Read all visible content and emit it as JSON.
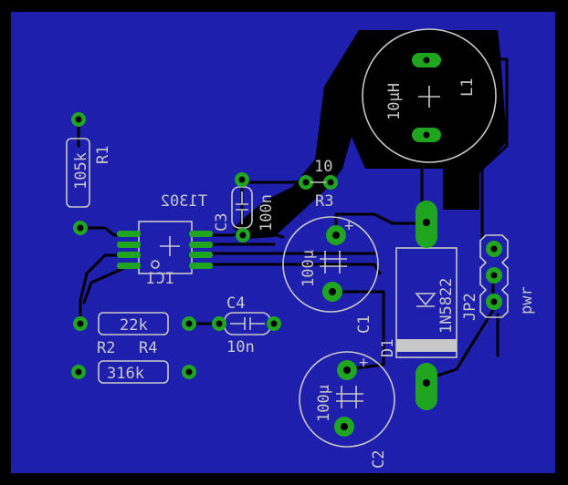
{
  "colors": {
    "board": "#1f1fad",
    "background": "#000000",
    "silkscreen": "#c8c8c8",
    "pad": "#1fa51f",
    "trace": "#000000"
  },
  "labels": {
    "r1_name": "R1",
    "r1_value": "105k",
    "ic1_value": "T1302",
    "ic1_name": "IC1",
    "c3_name": "C3",
    "c3_value": "100n",
    "r3_name": "R3",
    "r3_value": "10",
    "l1_name": "L1",
    "l1_value": "10µH",
    "c1_name": "C1",
    "c1_value": "100µ",
    "d1_name": "D1",
    "d1_value": "1N5822",
    "jp2_name": "JP2",
    "jp2_value": "pwr",
    "c4_name": "C4",
    "c4_value": "10n",
    "r2_name": "R2",
    "r2_value": "22k",
    "r4_name": "R4",
    "r4_value": "316k",
    "c2_name": "C2",
    "c2_value": "100µ",
    "plus": "+"
  }
}
